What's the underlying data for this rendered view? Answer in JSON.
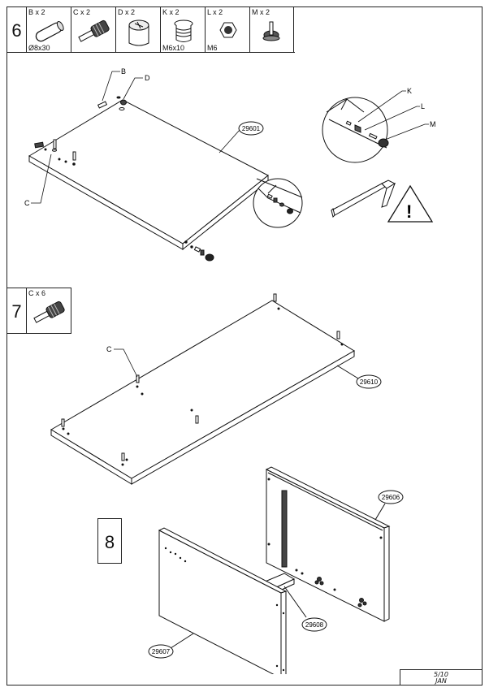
{
  "step6": {
    "number": "6",
    "parts": [
      {
        "count": "B x 2",
        "size": "Ø8x30"
      },
      {
        "count": "C x 2",
        "size": ""
      },
      {
        "count": "D x 2",
        "size": ""
      },
      {
        "count": "K x 2",
        "size": "M6x10"
      },
      {
        "count": "L x 2",
        "size": "M6"
      },
      {
        "count": "M x 2",
        "size": ""
      }
    ],
    "panel_id": "29601",
    "callouts": {
      "b": "B",
      "d": "D",
      "c": "C",
      "k": "K",
      "l": "L",
      "m": "M"
    },
    "warning": "!"
  },
  "step7": {
    "number": "7",
    "parts": [
      {
        "count": "C x 6"
      }
    ],
    "panel_id": "29610",
    "callouts": {
      "c": "C"
    }
  },
  "step8": {
    "number": "8",
    "panel_ids": {
      "right": "29606",
      "left": "29607",
      "small": "29608"
    }
  },
  "footer": {
    "page": "5/10",
    "name": "JAN"
  }
}
